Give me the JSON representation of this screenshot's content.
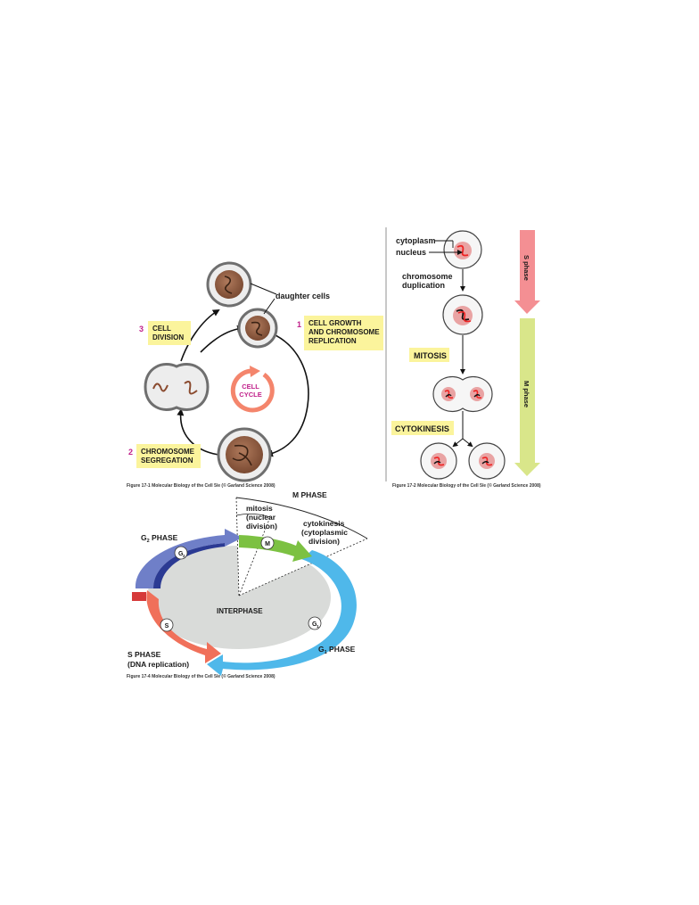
{
  "fig1": {
    "daughter_cells": "daughter cells",
    "step1_num": "1",
    "step1_line1": "CELL GROWTH",
    "step1_line2": "AND CHROMOSOME",
    "step1_line3": "REPLICATION",
    "step2_num": "2",
    "step2_line1": "CHROMOSOME",
    "step2_line2": "SEGREGATION",
    "step3_num": "3",
    "step3_line1": "CELL",
    "step3_line2": "DIVISION",
    "cycle_line1": "CELL",
    "cycle_line2": "CYCLE",
    "caption": "Figure 17-1  Molecular Biology of the Cell 5/e (© Garland Science 2008)"
  },
  "fig2": {
    "cytoplasm": "cytoplasm",
    "nucleus": "nucleus",
    "dup_line1": "chromosome",
    "dup_line2": "duplication",
    "mitosis": "MITOSIS",
    "cytokinesis": "CYTOKINESIS",
    "s_phase": "S phase",
    "m_phase": "M phase",
    "caption": "Figure 17-2  Molecular Biology of the Cell 5/e (© Garland Science 2008)"
  },
  "fig4": {
    "m_phase": "M PHASE",
    "mitosis_line1": "mitosis",
    "mitosis_line2": "(nuclear",
    "mitosis_line3": "division)",
    "cyto_line1": "cytokinesis",
    "cyto_line2": "(cytoplasmic",
    "cyto_line3": "division)",
    "g2_phase": "G",
    "g2_sub": "2",
    "g2_suffix": " PHASE",
    "g2_badge": "G",
    "g2_badge_sub": "2",
    "m_badge": "M",
    "interphase": "INTERPHASE",
    "s_badge": "S",
    "g1_badge": "G",
    "g1_badge_sub": "1",
    "s_line1": "S PHASE",
    "s_line2": "(DNA replication)",
    "g1_phase": "G",
    "g1_sub": "1",
    "g1_suffix": " PHASE",
    "caption": "Figure 17-4  Molecular Biology of the Cell 5/e (© Garland Science 2008)"
  },
  "colors": {
    "label_yellow": "#fbf49c",
    "magenta": "#c0208a",
    "g2_blue": "#6f7fc8",
    "m_green": "#7cc142",
    "g1_cyan": "#4fb8ea",
    "s_red": "#f0705a",
    "s_phase_bar": "#f48f93",
    "m_phase_bar": "#d9e68a"
  }
}
